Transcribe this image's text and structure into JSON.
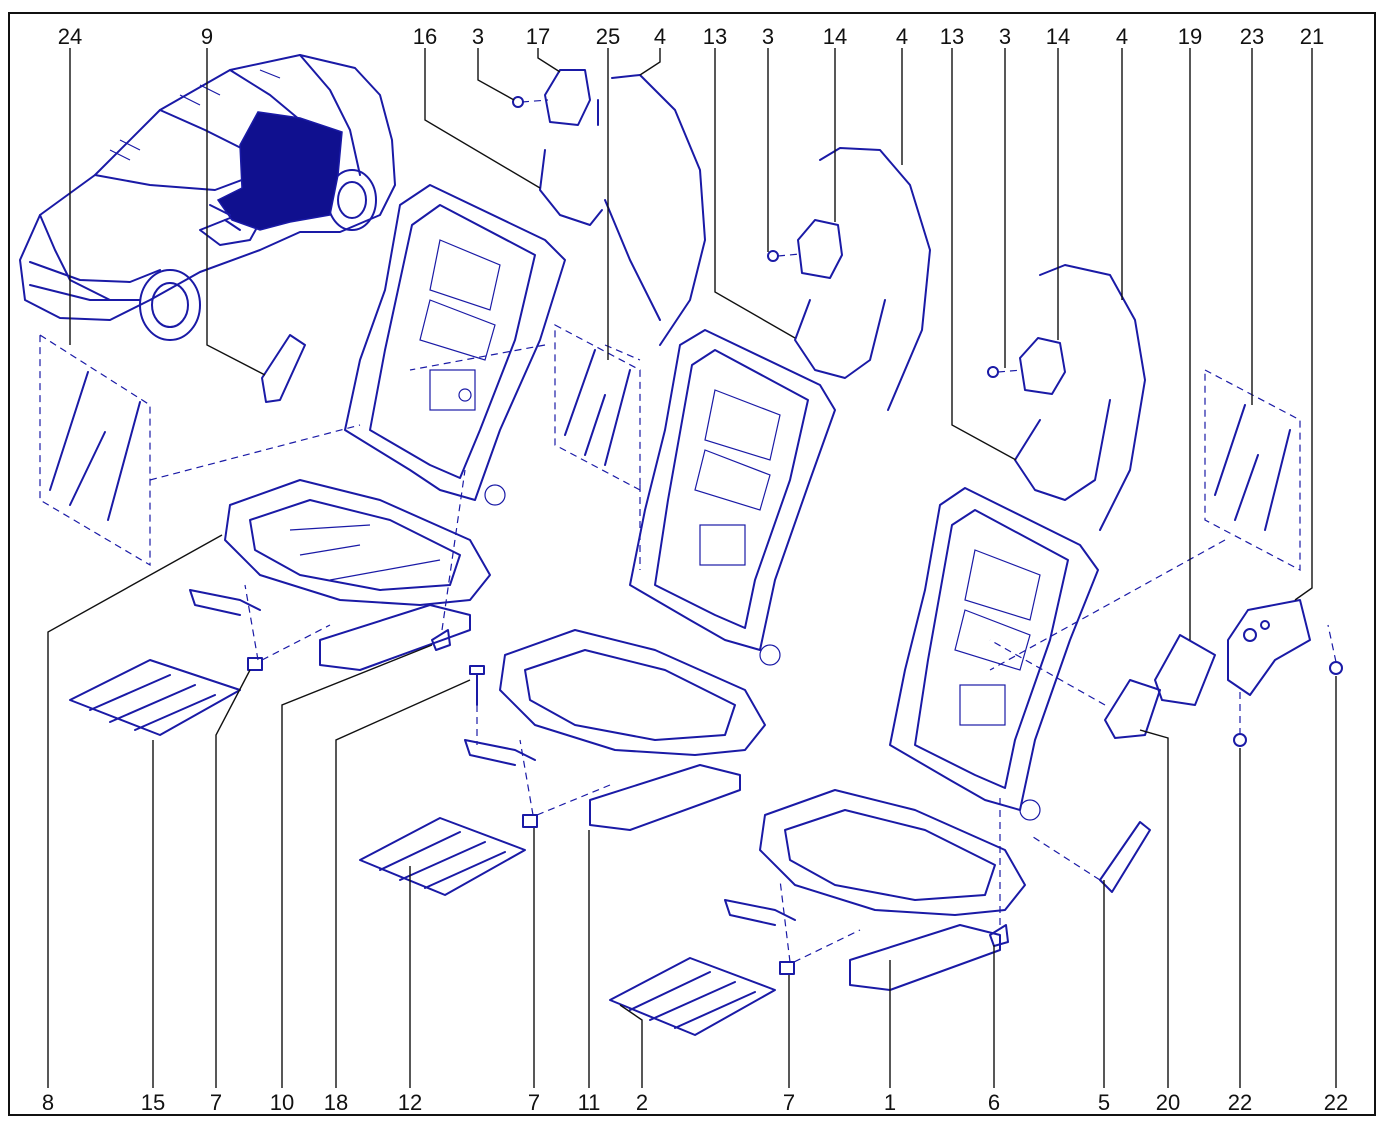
{
  "diagram": {
    "labels_top": [
      "24",
      "9",
      "16",
      "3",
      "17",
      "25",
      "4",
      "13",
      "3",
      "14",
      "4",
      "13",
      "3",
      "14",
      "4",
      "19",
      "23",
      "21"
    ],
    "labels_bottom": [
      "8",
      "15",
      "7",
      "10",
      "18",
      "12",
      "7",
      "11",
      "2",
      "7",
      "1",
      "6",
      "5",
      "20",
      "22",
      "22"
    ],
    "colors": {
      "line": "#1a1aa6",
      "fill": "#10108f",
      "text": "#111111",
      "frame": "#111111"
    }
  }
}
